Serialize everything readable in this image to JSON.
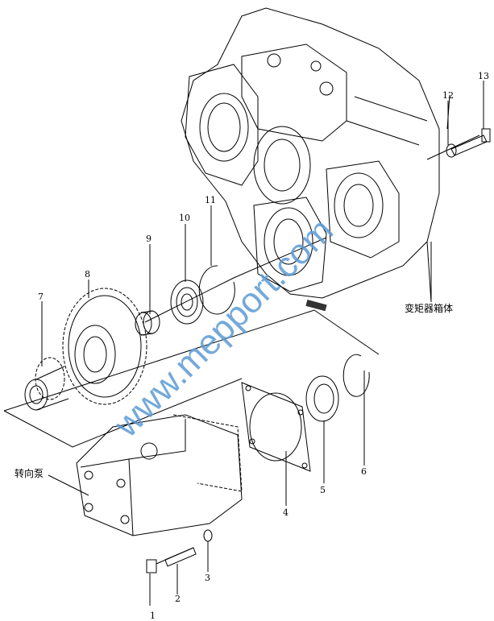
{
  "diagram": {
    "title": "Steering pump and transmission housing exploded view",
    "part_numbers": [
      "1",
      "2",
      "3",
      "4",
      "5",
      "6",
      "7",
      "8",
      "9",
      "10",
      "11",
      "12",
      "13"
    ],
    "labels": {
      "housing": "变矩器箱体",
      "pump": "转向泵"
    },
    "watermark": "www.mepport.com",
    "watermark_color": "#5b9bd5"
  }
}
